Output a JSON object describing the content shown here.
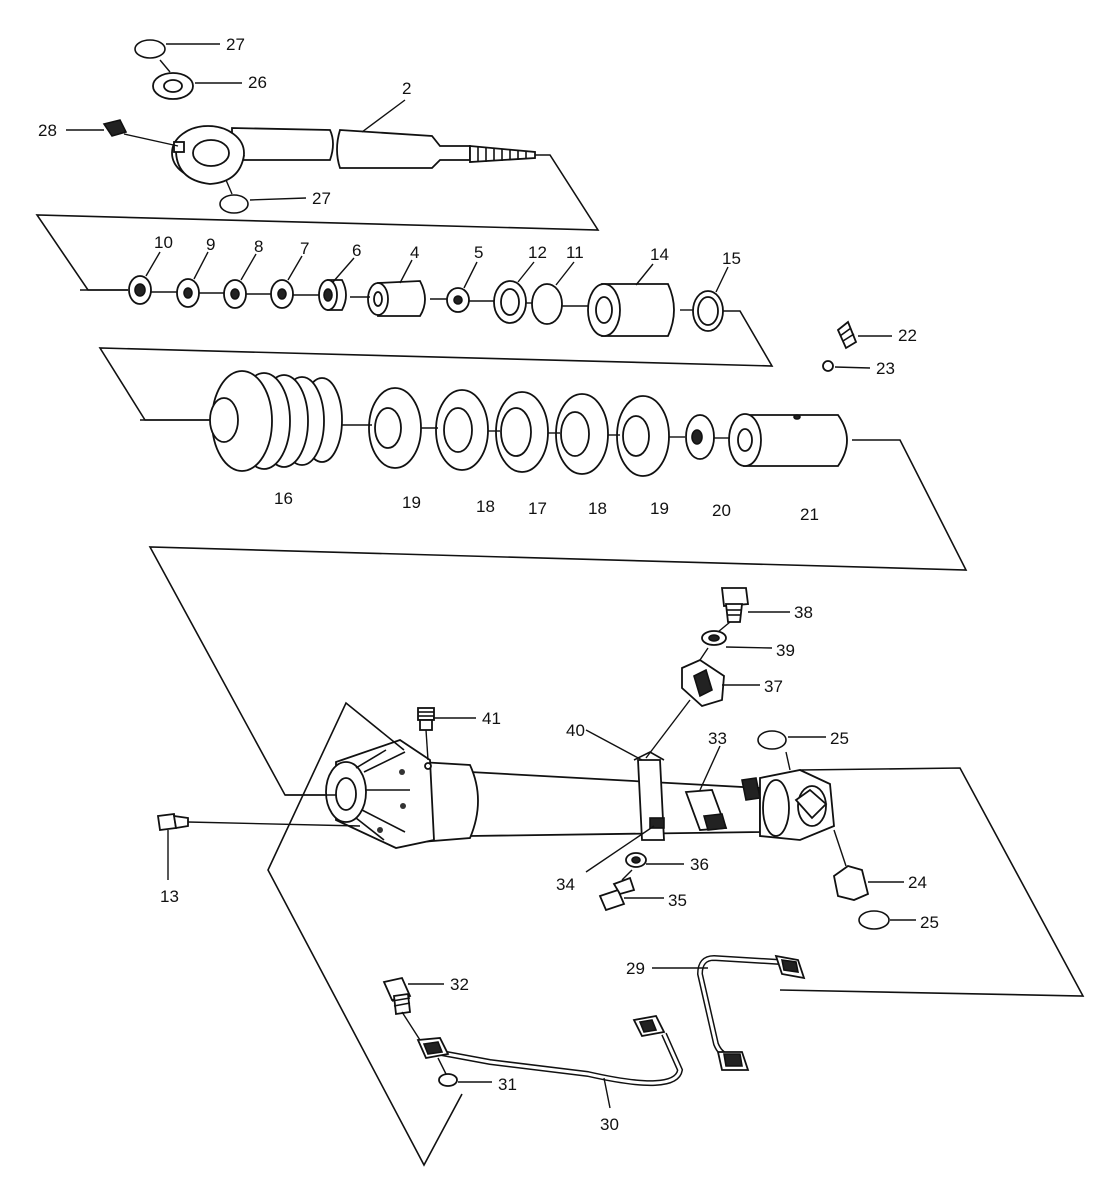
{
  "callouts": [
    "27",
    "26",
    "2",
    "28",
    "27",
    "10",
    "9",
    "8",
    "7",
    "6",
    "4",
    "5",
    "12",
    "11",
    "14",
    "15",
    "22",
    "23",
    "16",
    "19",
    "18",
    "17",
    "18",
    "19",
    "20",
    "21",
    "38",
    "39",
    "37",
    "41",
    "40",
    "33",
    "25",
    "13",
    "34",
    "36",
    "35",
    "24",
    "25",
    "32",
    "29",
    "31",
    "30"
  ],
  "colors": {
    "ink": "#111111",
    "paper": "#ffffff"
  }
}
